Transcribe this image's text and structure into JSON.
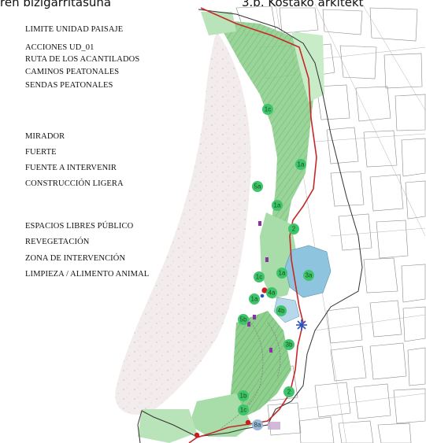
{
  "header": {
    "left_cut_text": "ren bizigarritasuna",
    "right_cut_text": "3.b. Kostako arkitekt"
  },
  "legend": {
    "group1": [
      "LIMITE UNIDAD PAISAJE",
      "ACCIONES UD_01",
      "RUTA DE LOS ACANTILADOS",
      "CAMINOS PEATONALES",
      "SENDAS PEATONALES"
    ],
    "group2": [
      "MIRADOR",
      "FUERTE",
      "FUENTE A INTERVENIR",
      "CONSTRUCCIÓN LIGERA"
    ],
    "group3": [
      "ESPACIOS LIBRES PÚBLICO",
      "REVEGETACIÓN",
      "ZONA DE INTERVENCIÓN",
      "LIMPIEZA / ALIMENTO ANIMAL"
    ]
  },
  "map": {
    "badges": [
      "1c",
      "1a",
      "5a",
      "1a",
      "2",
      "1c",
      "1a",
      "3a",
      "4a",
      "1a",
      "4b",
      "5b",
      "3b",
      "2",
      "1b",
      "1c",
      "8a"
    ],
    "colors": {
      "route_red": "#c62828",
      "green_space": "#8ed08e",
      "badge_green": "#3ec46a",
      "water_blue": "#8fc4de",
      "mirador_red": "#c61f1f",
      "construction_purple": "#8e2fa8",
      "fountain_blue": "#2a4fc0"
    }
  }
}
